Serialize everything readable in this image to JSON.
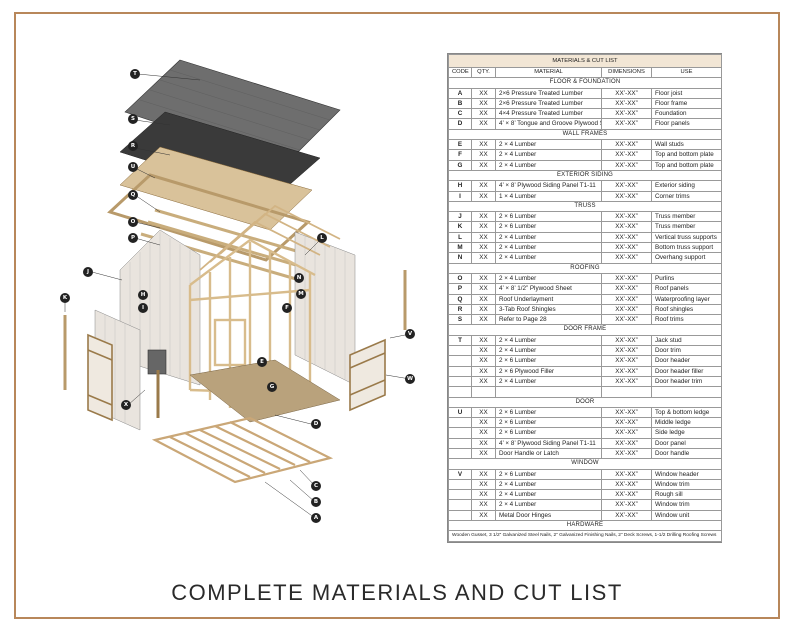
{
  "page_title": "COMPLETE MATERIALS AND CUT LIST",
  "table_title": "MATERIALS & CUT LIST",
  "headers": [
    "CODE",
    "QTY.",
    "MATERIAL",
    "DIMENSIONS",
    "USE"
  ],
  "rows": [
    {
      "section": "FLOOR & FOUNDATION"
    },
    {
      "code": "A",
      "qty": "XX",
      "material": "2×6 Pressure Treated Lumber",
      "dim": "XX’-XX”",
      "use": "Floor joist"
    },
    {
      "code": "B",
      "qty": "XX",
      "material": "2×6 Pressure Treated Lumber",
      "dim": "XX’-XX”",
      "use": "Floor frame"
    },
    {
      "code": "C",
      "qty": "XX",
      "material": "4×4 Pressure Treated Lumber",
      "dim": "XX’-XX”",
      "use": "Foundation"
    },
    {
      "code": "D",
      "qty": "XX",
      "material": "4’ × 8’ Tongue and Groove Plywood Sheet",
      "dim": "XX’-XX”",
      "use": "Floor panels"
    },
    {
      "section": "WALL FRAMES"
    },
    {
      "code": "E",
      "qty": "XX",
      "material": "2 × 4 Lumber",
      "dim": "XX’-XX”",
      "use": "Wall studs"
    },
    {
      "code": "F",
      "qty": "XX",
      "material": "2 × 4 Lumber",
      "dim": "XX’-XX”",
      "use": "Top and bottom plate"
    },
    {
      "code": "G",
      "qty": "XX",
      "material": "2 × 4 Lumber",
      "dim": "XX’-XX”",
      "use": "Top and bottom plate"
    },
    {
      "section": "EXTERIOR SIDING"
    },
    {
      "code": "H",
      "qty": "XX",
      "material": "4’ × 8’ Plywood Siding Panel T1-11",
      "dim": "XX’-XX”",
      "use": "Exterior siding"
    },
    {
      "code": "I",
      "qty": "XX",
      "material": "1 × 4 Lumber",
      "dim": "XX’-XX”",
      "use": "Corner trims"
    },
    {
      "section": "TRUSS"
    },
    {
      "code": "J",
      "qty": "XX",
      "material": "2 × 6 Lumber",
      "dim": "XX’-XX”",
      "use": "Truss member"
    },
    {
      "code": "K",
      "qty": "XX",
      "material": "2 × 6 Lumber",
      "dim": "XX’-XX”",
      "use": "Truss member"
    },
    {
      "code": "L",
      "qty": "XX",
      "material": "2 × 4 Lumber",
      "dim": "XX’-XX”",
      "use": "Vertical truss supports"
    },
    {
      "code": "M",
      "qty": "XX",
      "material": "2 × 4 Lumber",
      "dim": "XX’-XX”",
      "use": "Bottom truss support"
    },
    {
      "code": "N",
      "qty": "XX",
      "material": "2 × 4 Lumber",
      "dim": "XX’-XX”",
      "use": "Overhang support"
    },
    {
      "section": "ROOFING"
    },
    {
      "code": "O",
      "qty": "XX",
      "material": "2 × 4 Lumber",
      "dim": "XX’-XX”",
      "use": "Purlins"
    },
    {
      "code": "P",
      "qty": "XX",
      "material": "4’ × 8’ 1/2” Plywood Sheet",
      "dim": "XX’-XX”",
      "use": "Roof panels"
    },
    {
      "code": "Q",
      "qty": "XX",
      "material": "Roof Underlayment",
      "dim": "XX’-XX”",
      "use": "Waterproofing layer"
    },
    {
      "code": "R",
      "qty": "XX",
      "material": "3-Tab Roof Shingles",
      "dim": "XX’-XX”",
      "use": "Roof shingles"
    },
    {
      "code": "S",
      "qty": "XX",
      "material": "Refer to Page 28",
      "dim": "XX’-XX”",
      "use": "Roof trims"
    },
    {
      "section": "DOOR FRAME"
    },
    {
      "code": "T",
      "qty": "XX",
      "material": "2 × 4 Lumber",
      "dim": "XX’-XX”",
      "use": "Jack stud"
    },
    {
      "code": "",
      "qty": "XX",
      "material": "2 × 4 Lumber",
      "dim": "XX’-XX”",
      "use": "Door trim"
    },
    {
      "code": "",
      "qty": "XX",
      "material": "2 × 6 Lumber",
      "dim": "XX’-XX”",
      "use": "Door header"
    },
    {
      "code": "",
      "qty": "XX",
      "material": "2 × 6 Plywood Filler",
      "dim": "XX’-XX”",
      "use": "Door header filler"
    },
    {
      "code": "",
      "qty": "XX",
      "material": "2 × 4 Lumber",
      "dim": "XX’-XX”",
      "use": "Door header trim"
    },
    {
      "code": "",
      "qty": "",
      "material": "",
      "dim": "",
      "use": ""
    },
    {
      "section": "DOOR"
    },
    {
      "code": "U",
      "qty": "XX",
      "material": "2 × 6 Lumber",
      "dim": "XX’-XX”",
      "use": "Top & bottom ledge"
    },
    {
      "code": "",
      "qty": "XX",
      "material": "2 × 6 Lumber",
      "dim": "XX’-XX”",
      "use": "Middle ledge"
    },
    {
      "code": "",
      "qty": "XX",
      "material": "2 × 6 Lumber",
      "dim": "XX’-XX”",
      "use": "Side ledge"
    },
    {
      "code": "",
      "qty": "XX",
      "material": "4’ × 8’ Plywood Siding Panel T1-11",
      "dim": "XX’-XX”",
      "use": "Door panel"
    },
    {
      "code": "",
      "qty": "XX",
      "material": "Door Handle or Latch",
      "dim": "XX’-XX”",
      "use": "Door handle"
    },
    {
      "section": "WINDOW"
    },
    {
      "code": "V",
      "qty": "XX",
      "material": "2 × 6 Lumber",
      "dim": "XX’-XX”",
      "use": "Window header"
    },
    {
      "code": "",
      "qty": "XX",
      "material": "2 × 4 Lumber",
      "dim": "XX’-XX”",
      "use": "Window trim"
    },
    {
      "code": "",
      "qty": "XX",
      "material": "2 × 4 Lumber",
      "dim": "XX’-XX”",
      "use": "Rough sill"
    },
    {
      "code": "",
      "qty": "XX",
      "material": "2 × 4 Lumber",
      "dim": "XX’-XX”",
      "use": "Window trim"
    },
    {
      "code": "",
      "qty": "XX",
      "material": "Metal Door Hinges",
      "dim": "XX’-XX”",
      "use": "Window unit"
    },
    {
      "section": "HARDWARE"
    }
  ],
  "hardware_note": "Wooden Gusset, 3 1/2” Galvanized Steel Nails, 2” Galvanized Finishing Nails, 2” Deck Screws, 1-1/2 Drilling Roofing Screws",
  "callouts": [
    {
      "letter": "T"
    },
    {
      "letter": "S"
    },
    {
      "letter": "R"
    },
    {
      "letter": "U"
    },
    {
      "letter": "Q"
    },
    {
      "letter": "O"
    },
    {
      "letter": "P"
    },
    {
      "letter": "J"
    },
    {
      "letter": "K"
    },
    {
      "letter": "H"
    },
    {
      "letter": "I"
    },
    {
      "letter": "L"
    },
    {
      "letter": "N"
    },
    {
      "letter": "M"
    },
    {
      "letter": "F"
    },
    {
      "letter": "E"
    },
    {
      "letter": "G"
    },
    {
      "letter": "V"
    },
    {
      "letter": "W"
    },
    {
      "letter": "X"
    },
    {
      "letter": "D"
    },
    {
      "letter": "C"
    },
    {
      "letter": "B"
    },
    {
      "letter": "A"
    }
  ],
  "colors": {
    "frame": "#b8875a",
    "header_fill": "#f2e6d5",
    "shingle": "#6e6e6e",
    "underlayment": "#3a3a3a",
    "plywood": "#d9c29a",
    "lumber": "#e4cfa6",
    "siding": "#e9e4de"
  }
}
